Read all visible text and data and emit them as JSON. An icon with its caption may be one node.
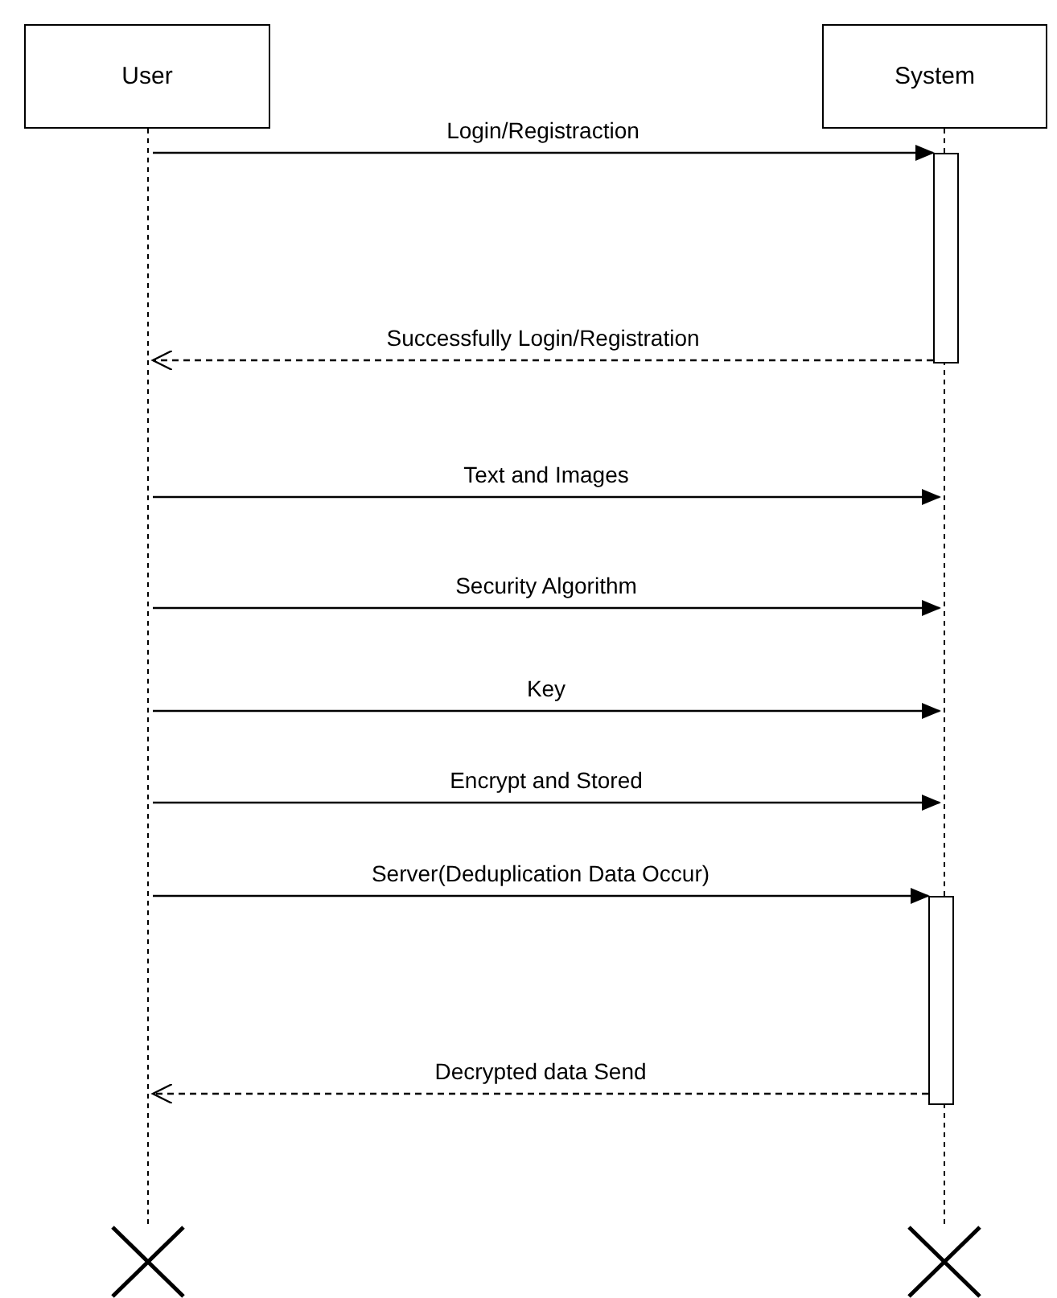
{
  "diagram": {
    "nodes": [
      {
        "text": [
          "User"
        ]
      },
      {
        "text": [
          "System"
        ]
      },
      {
        "text": [],
        "shape": "line"
      },
      {
        "text": [],
        "shape": "line"
      },
      {
        "text": [],
        "shape": "bar"
      },
      {
        "text": [],
        "shape": "bar"
      }
    ],
    "edges": [
      {
        "from": 2,
        "to": 4,
        "arrow": "to",
        "label": "Login/Registraction"
      },
      {
        "from": 4,
        "to": 2,
        "arrow": "to",
        "style": "dashed",
        "label": "Successfully Login/Registration"
      },
      {
        "from": 2,
        "to": 3,
        "arrow": "to",
        "label": "Text and Images"
      },
      {
        "from": 2,
        "to": 3,
        "arrow": "to",
        "label": "Security Algorithm"
      },
      {
        "from": 2,
        "to": 3,
        "arrow": "to",
        "label": "Key"
      },
      {
        "from": 2,
        "to": 3,
        "arrow": "to",
        "label": "Encrypt and Stored"
      },
      {
        "from": 2,
        "to": 5,
        "arrow": "to",
        "label": "Server(Deduplication Data Occur)"
      },
      {
        "from": 5,
        "to": 2,
        "arrow": "to",
        "style": "dashed",
        "label": "Decrypted data Send"
      }
    ]
  }
}
